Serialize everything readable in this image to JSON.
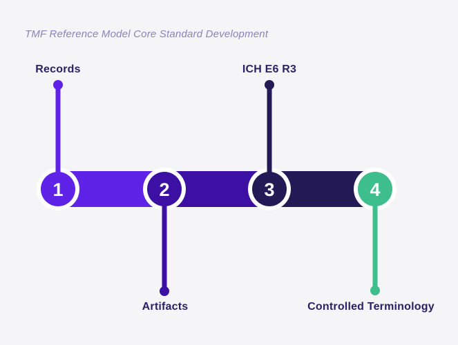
{
  "title": "TMF Reference Model Core Standard Development",
  "colors": {
    "background": "#F5F4F6",
    "title_text": "#8A83BD",
    "label_text": "#2A2166",
    "number_text": "#FFFFFF",
    "gap_ring": "#FFFFFF"
  },
  "steps": [
    {
      "number": "1",
      "label": "Records",
      "label_position": "top",
      "color": "#5E23E6"
    },
    {
      "number": "2",
      "label": "Artifacts",
      "label_position": "bottom",
      "color": "#3D10A4"
    },
    {
      "number": "3",
      "label": "ICH E6 R3",
      "label_position": "top",
      "color": "#241A55"
    },
    {
      "number": "4",
      "label": "Controlled Terminology",
      "label_position": "bottom",
      "color": "#3EBD8D"
    }
  ]
}
